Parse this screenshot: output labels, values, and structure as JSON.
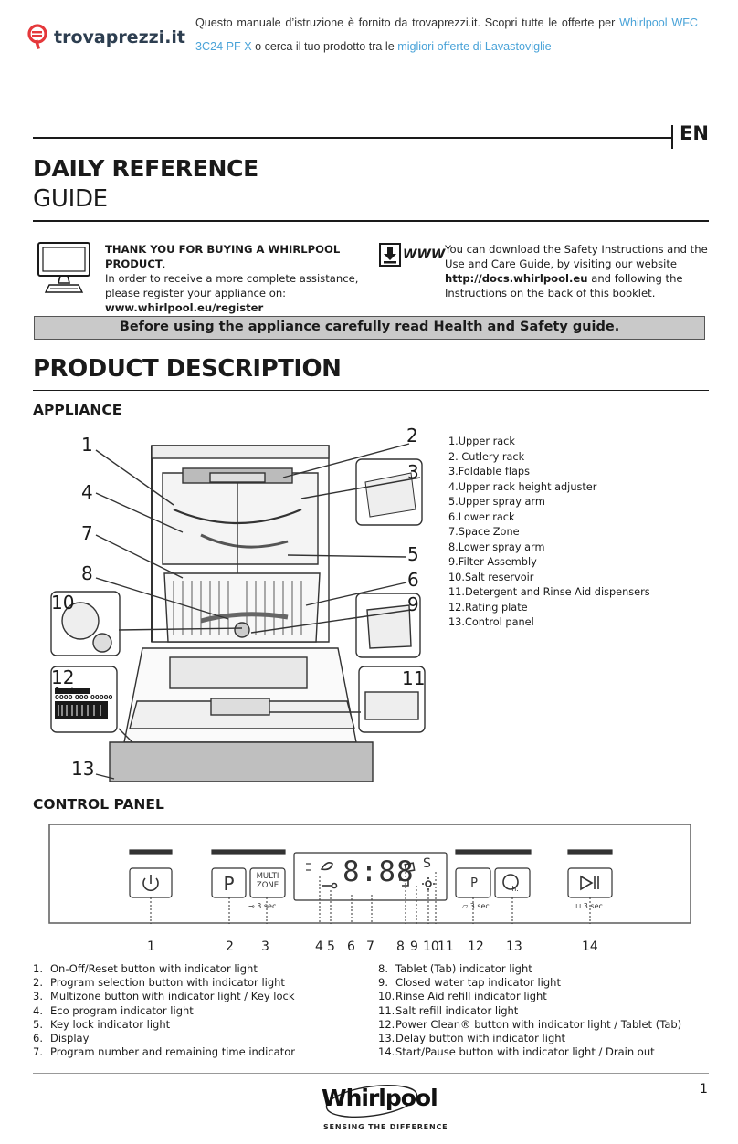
{
  "header_note": {
    "line1_pre": "Questo manuale d’istruzione è fornito da trovaprezzi.it. Scopri tutte le offerte per ",
    "link_product": "Whirlpool WFC 3C24 PF X",
    "mid": " o cerca il tuo prodotto tra le ",
    "link_offers": "migliori offerte di Lavastoviglie"
  },
  "logo": {
    "text": "trovaprezzi.it",
    "icon": "trovaprezzi-logo-icon"
  },
  "lang": "EN",
  "title": {
    "line1": "DAILY REFERENCE",
    "line2": "GUIDE"
  },
  "thanks": {
    "bold": "THANK YOU FOR BUYING A WHIRLPOOL PRODUCT",
    "period": ".",
    "body": "In order to receive a more complete assistance, please register your appliance on:",
    "link": "www.whirlpool.eu/register",
    "icon": "computer-monitor-icon"
  },
  "download": {
    "body_pre": "You can download the Safety Instructions and the Use and Care Guide, by visiting our website ",
    "link": "http://docs.whirlpool.eu",
    "body_post": " and following the Instructions on the back of this booklet.",
    "icon": "download-www-icon",
    "icon_text": "WWW"
  },
  "banner": "Before using the appliance carefully read Health and Safety guide.",
  "product_title": "PRODUCT DESCRIPTION",
  "appliance_title": "APPLIANCE",
  "appliance_legend": [
    "1.Upper rack",
    "2. Cutlery rack",
    "3.Foldable flaps",
    "4.Upper rack height adjuster",
    "5.Upper spray arm",
    "6.Lower rack",
    "7.Space Zone",
    "8.Lower spray arm",
    "9.Filter Assembly",
    "10.Salt reservoir",
    "11.Detergent and Rinse Aid dispensers",
    "12.Rating plate",
    "13.Control panel"
  ],
  "appliance_callouts": [
    "1",
    "2",
    "3",
    "4",
    "5",
    "6",
    "7",
    "8",
    "9",
    "10",
    "11",
    "12",
    "13"
  ],
  "rating_plate": {
    "service_label": "Service:",
    "service_number": "0000 000 00000"
  },
  "control_title": "CONTROL PANEL",
  "panel": {
    "multizone_line1": "MULTI",
    "multizone_line2": "ZONE",
    "program_letter": "P",
    "display_digits": "8:88",
    "salt_letter": "S",
    "hold_labels": [
      "3 sec",
      "3 sec",
      "3 sec"
    ],
    "power_clean_letter": "P",
    "delay_letter": "h."
  },
  "panel_numbers": [
    "1",
    "2",
    "3",
    "4",
    "5",
    "6",
    "7",
    "8",
    "9",
    "10",
    "11",
    "12",
    "13",
    "14"
  ],
  "control_list_left": [
    {
      "n": "1.",
      "t": "On-Off/Reset button with indicator light"
    },
    {
      "n": "2.",
      "t": "Program selection button with indicator light"
    },
    {
      "n": "3.",
      "t": "Multizone button with indicator light / Key lock"
    },
    {
      "n": "4.",
      "t": "Eco program indicator light"
    },
    {
      "n": "5.",
      "t": "Key lock indicator light"
    },
    {
      "n": "6.",
      "t": "Display"
    },
    {
      "n": "7.",
      "t": "Program number and remaining time indicator"
    }
  ],
  "control_list_right": [
    {
      "n": "8.",
      "t": "Tablet (Tab) indicator light"
    },
    {
      "n": "9.",
      "t": "Closed water tap indicator light"
    },
    {
      "n": "10.",
      "t": "Rinse Aid refill indicator light"
    },
    {
      "n": "11.",
      "t": "Salt refill indicator light"
    },
    {
      "n": "12.",
      "t": "Power Clean® button with indicator light / Tablet (Tab)"
    },
    {
      "n": "13.",
      "t": "Delay button with indicator light"
    },
    {
      "n": "14.",
      "t": "Start/Pause button with indicator light / Drain out"
    }
  ],
  "page_number": "1",
  "brand": {
    "name": "Whirlpool",
    "tagline": "SENSING THE DIFFERENCE"
  }
}
